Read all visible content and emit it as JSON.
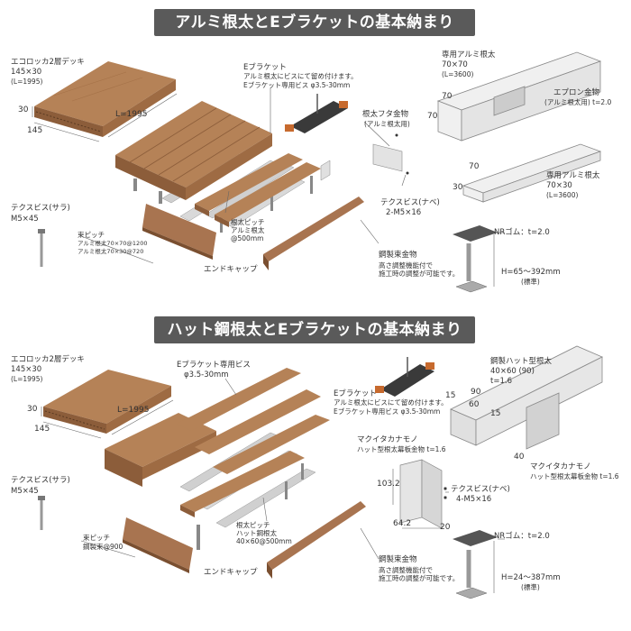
{
  "section1": {
    "title": "アルミ根太とEブラケットの基本納まり",
    "deck": {
      "name": "エコロッカ2層デッキ",
      "size": "145×30",
      "length_note": "(L=1995)",
      "dim_30": "30",
      "dim_145": "145",
      "dim_L": "L=1995"
    },
    "ebracket": {
      "name": "Eブラケット",
      "note1": "アルミ根太にビスにて留め付けます。",
      "note2": "Eブラケット専用ビス φ3.5-30mm"
    },
    "cap_fitting": {
      "name": "根太フタ金物",
      "sub": "(アルミ根太用)"
    },
    "screw_flat": {
      "name": "テクスビス(ナベ)",
      "size": "2-M5×16"
    },
    "screw_sara": {
      "name": "テクスビス(サラ)",
      "size": "M5×45"
    },
    "pitch": {
      "l1": "束ピッチ",
      "l2": "アルミ根太70×70@1200",
      "l3": "アルミ根太70×30@720"
    },
    "joist_pitch": {
      "l1": "根太ピッチ",
      "l2": "アルミ根太",
      "l3": "@500mm"
    },
    "endcap": "エンドキャップ",
    "steel_post": {
      "name": "鋼製束金物",
      "l1": "高さ調整機能付で",
      "l2": "施工時の調整が可能です。"
    },
    "nr_rubber": "NRゴム：t=2.0",
    "height": {
      "l1": "H=65～392mm",
      "l2": "(標準)"
    },
    "joist_big": {
      "l1": "専用アルミ根太",
      "l2": "70×70",
      "l3": "(L=3600)",
      "dim_w": "70",
      "dim_h": "70"
    },
    "eplon": {
      "l1": "エプロン金物",
      "l2": "(アルミ根太用) t=2.0"
    },
    "joist_small": {
      "l1": "専用アルミ根太",
      "l2": "70×30",
      "l3": "(L=3600)",
      "dim_w": "70",
      "dim_h": "30"
    }
  },
  "section2": {
    "title": "ハット鋼根太とEブラケットの基本納まり",
    "deck": {
      "name": "エコロッカ2層デッキ",
      "size": "145×30",
      "length_note": "(L=1995)",
      "dim_30": "30",
      "dim_145": "145",
      "dim_L": "L=1995"
    },
    "ebracket_screw": {
      "l1": "Eブラケット専用ビス",
      "l2": "φ3.5-30mm"
    },
    "ebracket": {
      "name": "Eブラケット",
      "note1": "アルミ根太にビスにて留め付けます。",
      "note2": "Eブラケット専用ビス φ3.5-30mm"
    },
    "kanamono_upper": {
      "l1": "マクイタカナモノ",
      "l2": "ハット型根太幕板金物 t=1.6"
    },
    "dim_1032": "103.2",
    "dim_642": "64.2",
    "dim_20": "20",
    "screw_flat": {
      "name": "テクスビス(ナベ)",
      "size": "4-M5×16"
    },
    "screw_sara": {
      "name": "テクスビス(サラ)",
      "size": "M5×45"
    },
    "pitch": {
      "l1": "束ピッチ",
      "l2": "鋼製束@900"
    },
    "joist_pitch": {
      "l1": "根太ピッチ",
      "l2": "ハット鋼根太",
      "l3": "40×60@500mm"
    },
    "endcap": "エンドキャップ",
    "steel_post": {
      "name": "鋼製束金物",
      "l1": "高さ調整機能付で",
      "l2": "施工時の調整が可能です。"
    },
    "nr_rubber": "NRゴム：t=2.0",
    "height": {
      "l1": "H=24～387mm",
      "l2": "(標準)"
    },
    "hat_joist": {
      "l1": "鋼製ハット型根太",
      "l2": "40×60 (90)",
      "l3": "t=1.6"
    },
    "hat_dims": {
      "d90": "90",
      "d60": "60",
      "d15a": "15",
      "d15b": "15",
      "d40": "40"
    },
    "kanamono_lower": {
      "l1": "マクイタカナモノ",
      "l2": "ハット型根太幕板金物 t=1.6"
    }
  },
  "colors": {
    "wood": "#b07d55",
    "wood_dark": "#8c5d3a",
    "metal": "#d6d6d6",
    "banner": "#5a5a5a"
  }
}
